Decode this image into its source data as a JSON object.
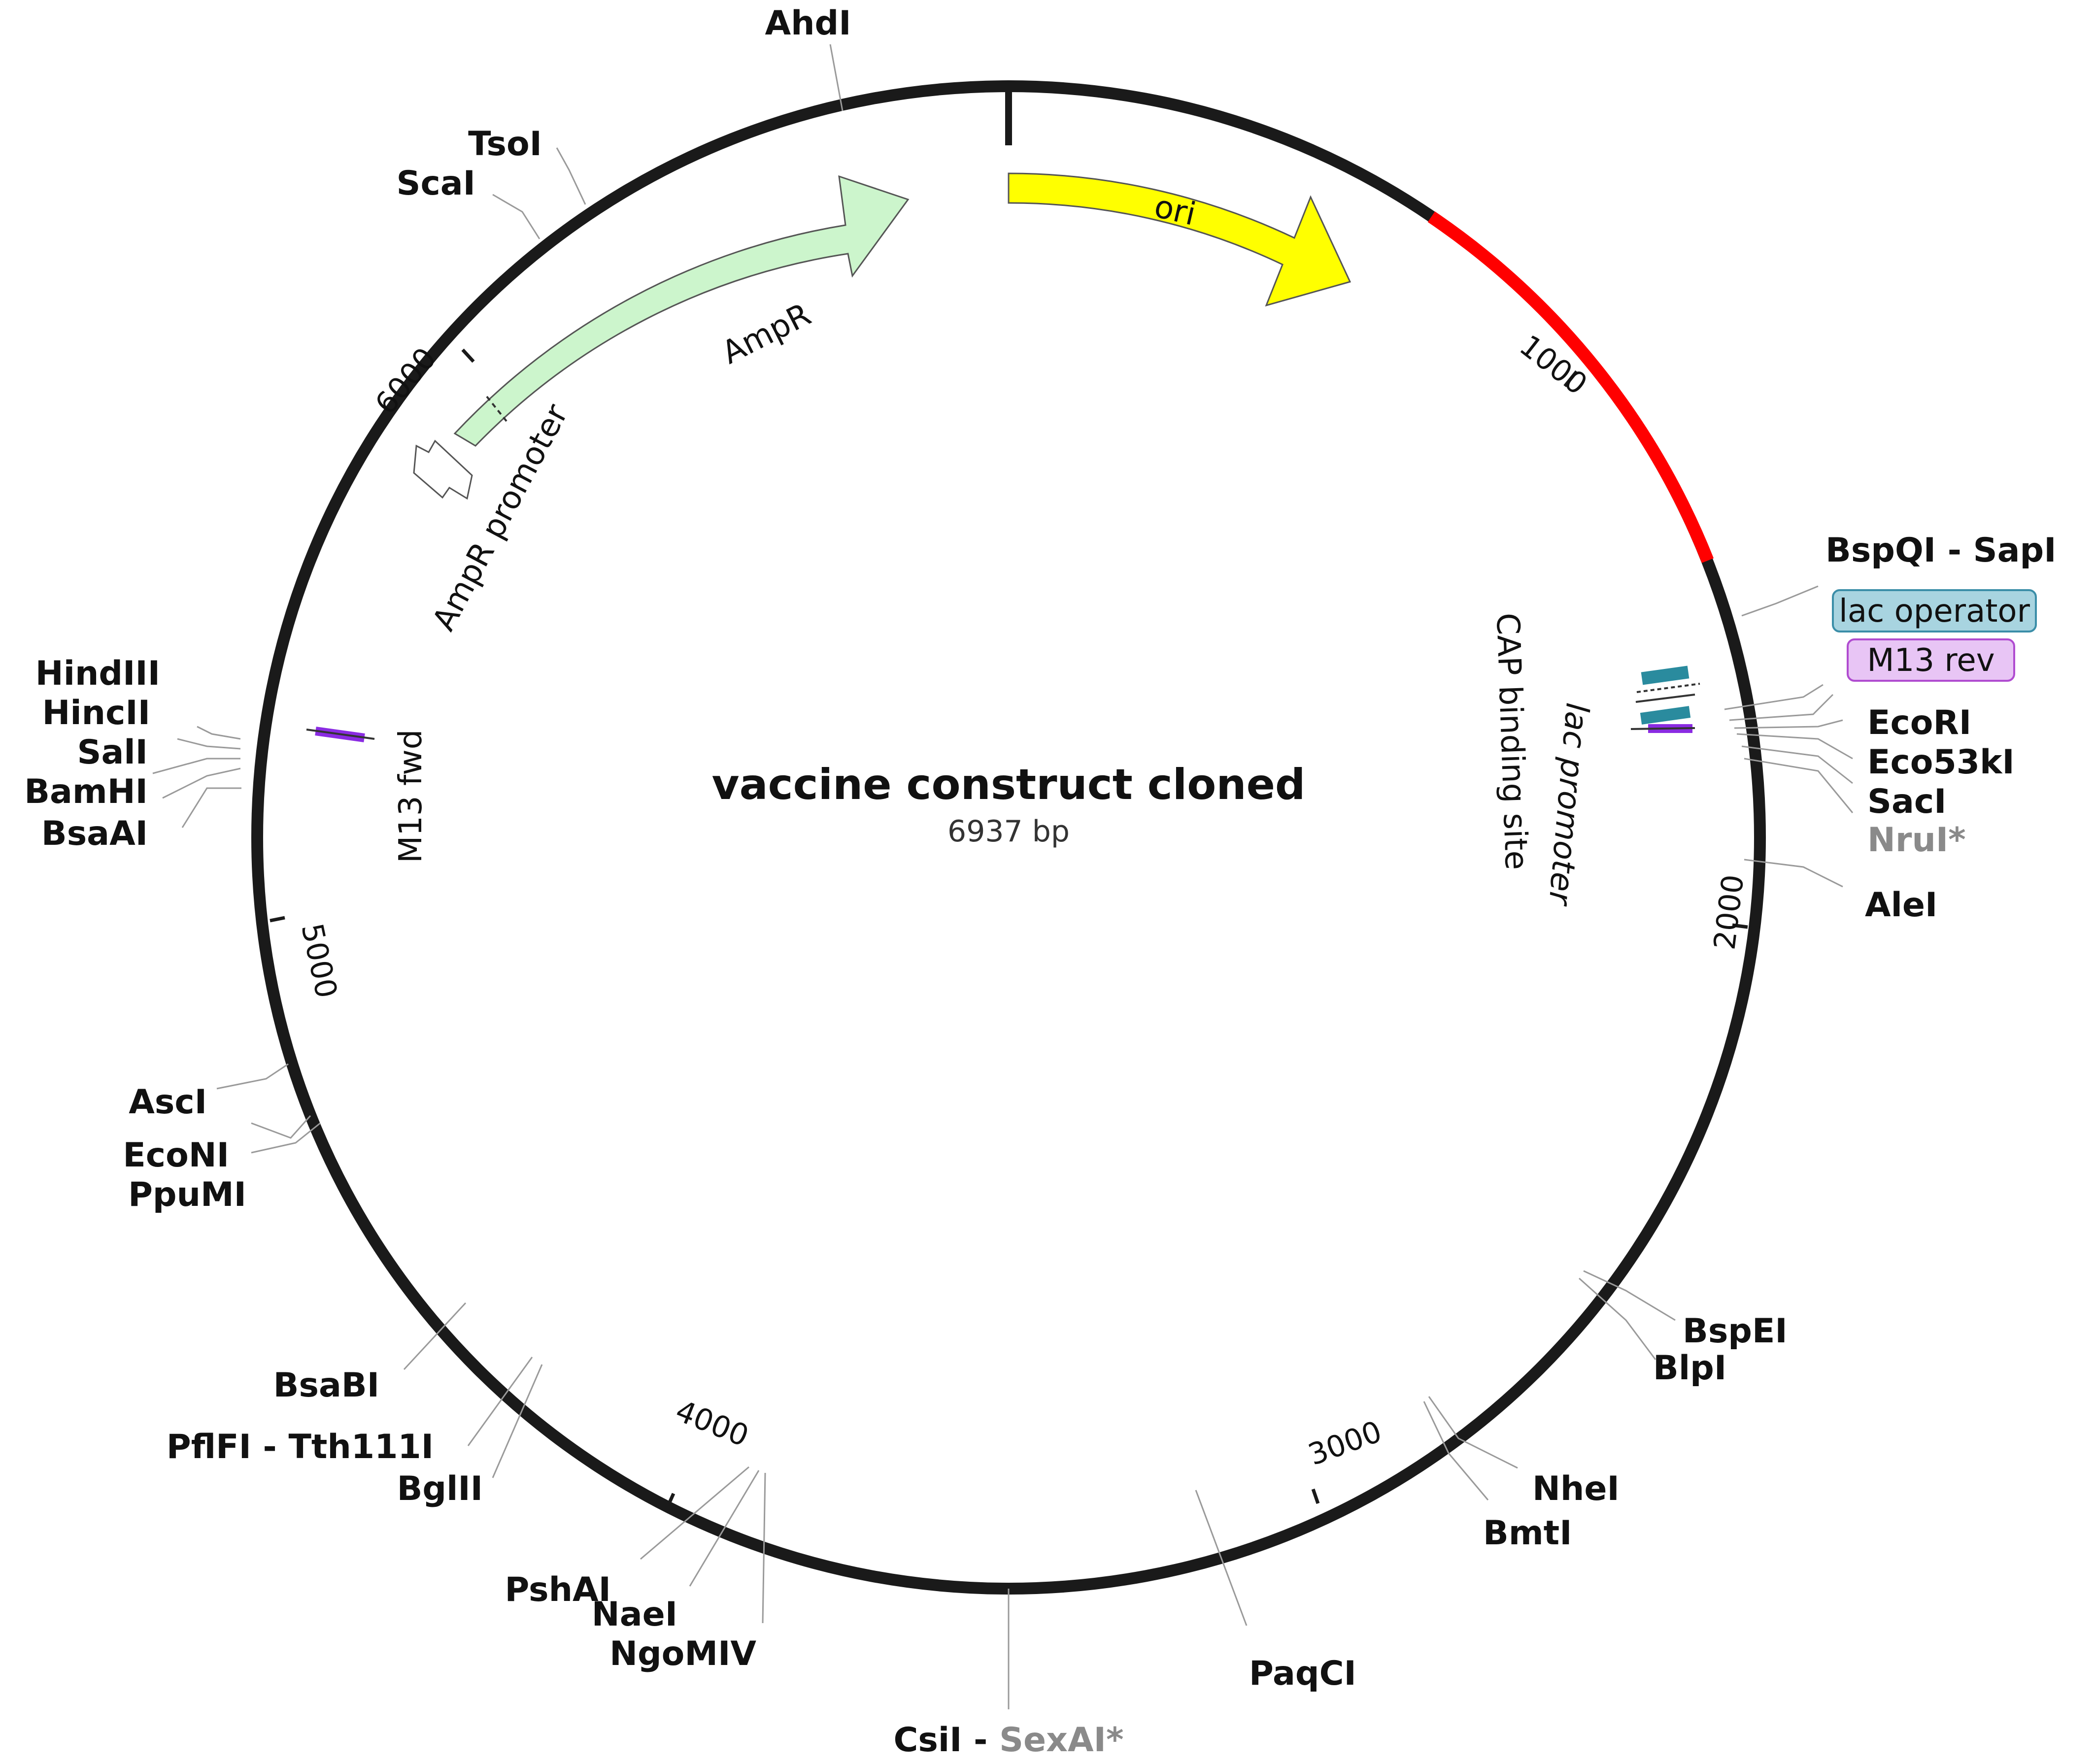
{
  "title": "vaccine construct cloned",
  "length_label": "6937 bp",
  "colors": {
    "backbone": "#1a1a1a",
    "highlight": "#ff0000",
    "ampr_fill": "#ccf5cc",
    "ori_fill": "#ffff00",
    "lac_operator": "#a8d4e0",
    "m13_rev": "#e8c5f5",
    "primer": "#8a2be2",
    "muted_site": "#8a8a8a"
  },
  "ticks": {
    "t1000": "1000",
    "t2000": "2000",
    "t3000": "3000",
    "t4000": "4000",
    "t5000": "5000",
    "t6000": "6000"
  },
  "features": {
    "ori": "ori",
    "ampr": "AmpR",
    "ampr_promoter": "AmpR promoter",
    "m13_fwd": "M13 fwd",
    "cap_binding_site": "CAP binding site",
    "lac_promoter": "lac promoter",
    "lac_operator": "lac operator",
    "m13_rev": "M13 rev"
  },
  "sites": {
    "ahdi": "AhdI",
    "tsoi": "TsoI",
    "scai": "ScaI",
    "bspqi_sapi": "BspQI - SapI",
    "ecori": "EcoRI",
    "eco53ki": "Eco53kI",
    "saci": "SacI",
    "nrui": "NruI*",
    "alei": "AleI",
    "bspei": "BspEI",
    "blpi": "BlpI",
    "nhei": "NheI",
    "bmti": "BmtI",
    "paqci": "PaqCI",
    "csii": "CsiI",
    "csii_sep": " - ",
    "sexai": "SexAI*",
    "ngomiv": "NgoMIV",
    "naei": "NaeI",
    "pshai": "PshAI",
    "bglii": "BglII",
    "pflfi_tth111i": "PflFI - Tth111I",
    "bsabi": "BsaBI",
    "ppumi": "PpuMI",
    "econi": "EcoNI",
    "asci": "AscI",
    "hindiii": "HindIII",
    "hincii": "HincII",
    "sali": "SalI",
    "bamhi": "BamHI",
    "bsaai": "BsaAI"
  }
}
